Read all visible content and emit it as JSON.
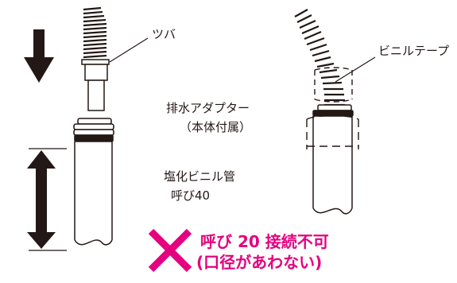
{
  "labels": {
    "flange": "ツバ",
    "vinyl_tape": "ビニルテープ",
    "drain_adapter": "排水アダプター",
    "drain_adapter_note": "（本体付属）",
    "pvc_pipe": "塩化ビニル管",
    "pvc_size": "呼び40"
  },
  "warning": {
    "line1": "呼び 20 接続不可",
    "line2": "(口径があわない)"
  },
  "colors": {
    "line": "#231815",
    "warning": "#e4007f"
  }
}
